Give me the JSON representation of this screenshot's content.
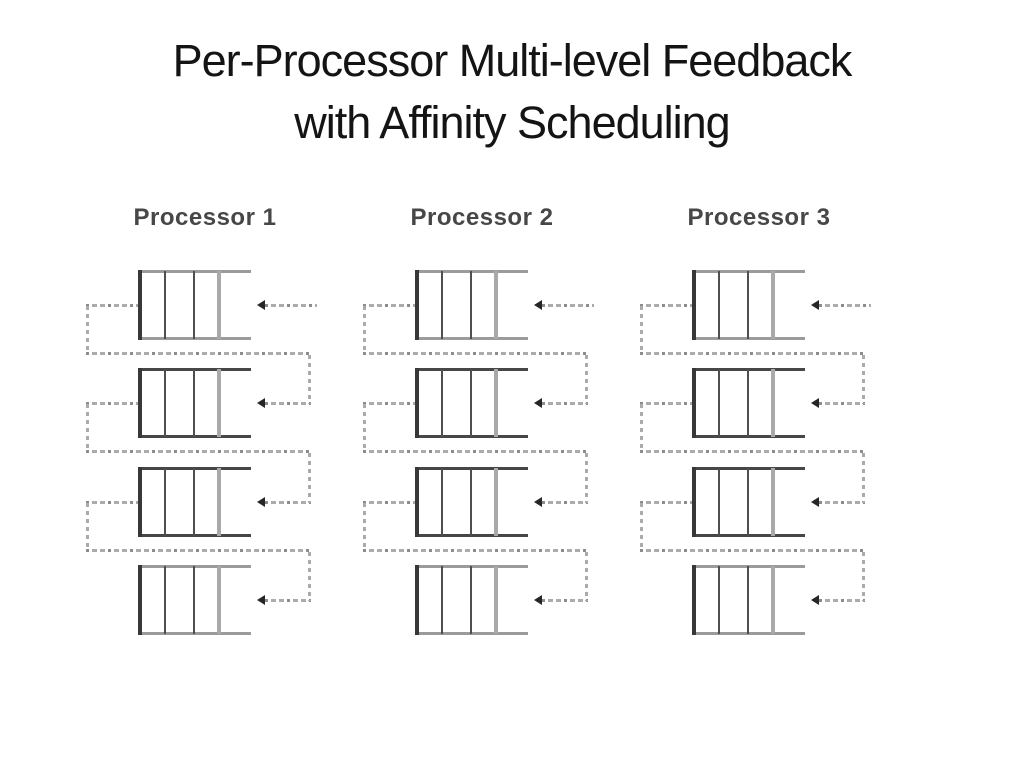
{
  "slide": {
    "title_line1": "Per-Processor Multi-level Feedback",
    "title_line2": "with Affinity Scheduling"
  },
  "diagram": {
    "type": "multi-level-feedback-queues",
    "levels_per_processor": 4,
    "cells_per_queue": 3,
    "processors": [
      {
        "label": "Processor 1"
      },
      {
        "label": "Processor 2"
      },
      {
        "label": "Processor 3"
      }
    ],
    "icons": {
      "queue_input": "arrow-left-icon"
    },
    "colors": {
      "title_text": "#141414",
      "label_text": "#474747",
      "queue_outer_light": "#9b9b9b",
      "queue_outer_dark": "#474747",
      "queue_left_edge": "#383838",
      "queue_divider": "#4f4f4f",
      "queue_divider_light": "#a9a9a9",
      "feedback_dash": "#ababab",
      "feedback_dash_dark": "#8c8c8c",
      "arrow": "#262626"
    }
  }
}
